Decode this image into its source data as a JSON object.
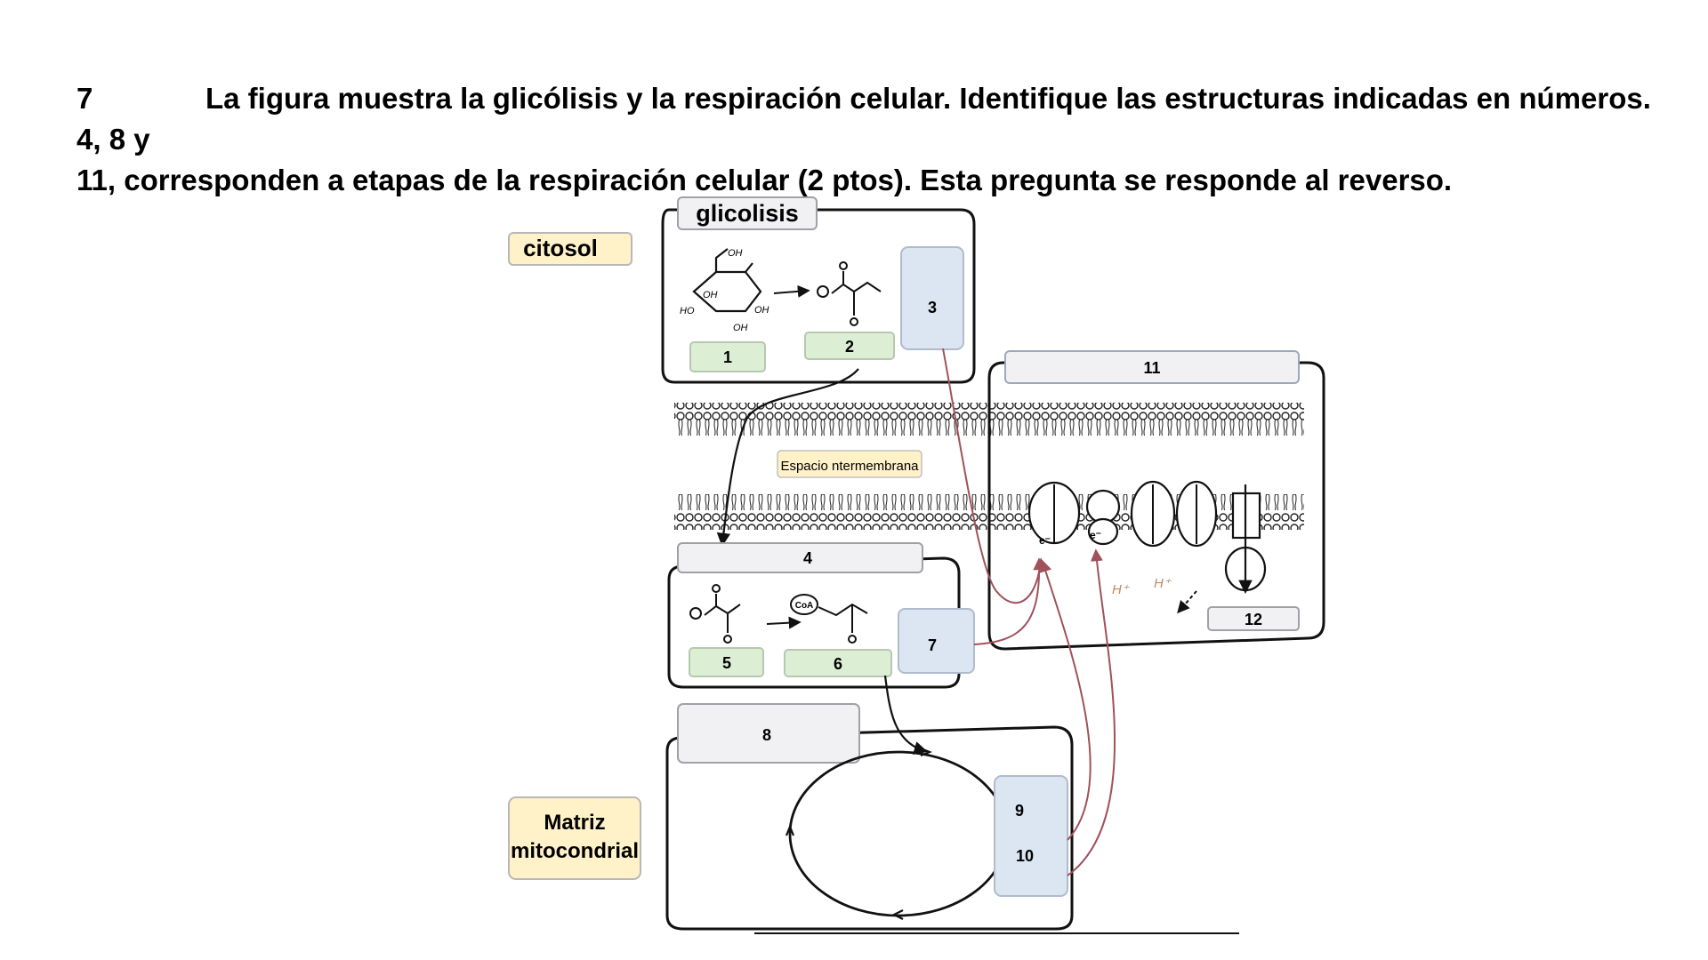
{
  "question": {
    "number": "7",
    "text_line1": "La figura muestra la glicólisis y la respiración celular. Identifique las estructuras indicadas en números. 4, 8 y",
    "text_line2": "11, corresponden a etapas de la respiración celular (2 ptos). Esta pregunta se responde al reverso."
  },
  "diagram": {
    "label_citosol": "citosol",
    "label_glicolisis": "glicolisis",
    "label_espacio": "Espacio ntermembrana",
    "label_matriz_1": "Matriz",
    "label_matriz_2": "mitocondrial",
    "numbers": {
      "n1": "1",
      "n2": "2",
      "n3": "3",
      "n4": "4",
      "n5": "5",
      "n6": "6",
      "n7": "7",
      "n8": "8",
      "n9": "9",
      "n10": "10",
      "n11": "11",
      "n12": "12"
    },
    "molecule_labels": {
      "oh": "OH",
      "ho": "HO",
      "coa": "CoA",
      "e_minus": "e⁻",
      "h_plus": "H⁺"
    },
    "colors": {
      "green_box": "#dcefd4",
      "blue_box": "#dbe6f2",
      "gray_box": "#f1f1f3",
      "yellow_box": "#fff1c8",
      "arrow_red": "#a0525a",
      "h_label": "#c08a60"
    }
  }
}
